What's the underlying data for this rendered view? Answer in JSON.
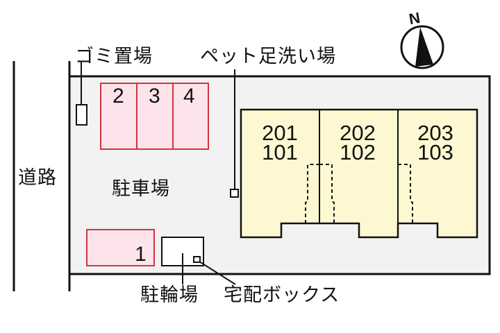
{
  "diagram": {
    "type": "site-plan",
    "compass": {
      "label": "N"
    },
    "labels": {
      "road": "道路",
      "garbage": "ゴミ置場",
      "pet_wash": "ペット足洗い場",
      "parking": "駐車場",
      "bicycle": "駐輪場",
      "delivery_box": "宅配ボックス"
    },
    "parking_spaces": [
      {
        "id": "1"
      },
      {
        "id": "2"
      },
      {
        "id": "3"
      },
      {
        "id": "4"
      }
    ],
    "units": [
      {
        "upper": "201",
        "lower": "101"
      },
      {
        "upper": "202",
        "lower": "102"
      },
      {
        "upper": "203",
        "lower": "103"
      }
    ],
    "colors": {
      "lot_fill": "#f2f2f2",
      "parking_fill": "#fde3ea",
      "parking_stroke": "#d0343f",
      "building_fill": "#fdf8d2",
      "stroke": "#111111"
    }
  }
}
